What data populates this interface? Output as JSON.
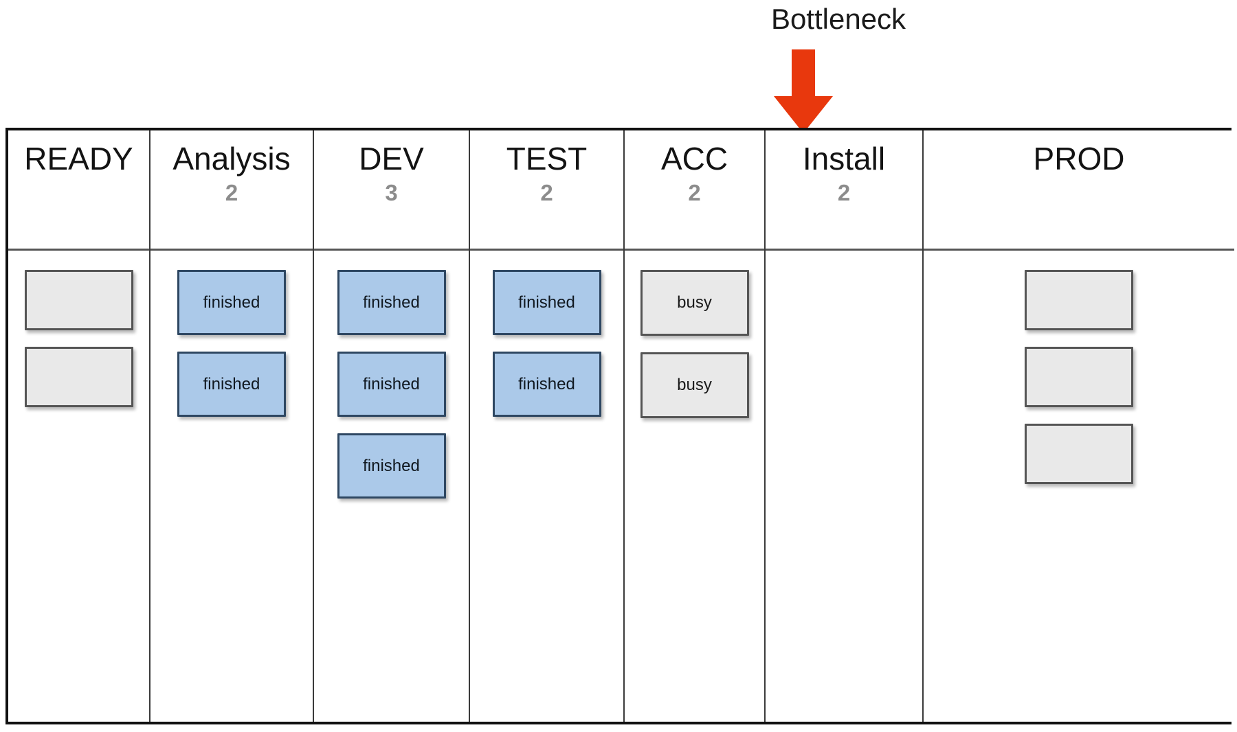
{
  "annotation": {
    "label": "Bottleneck",
    "arrow_icon": "down-arrow-icon",
    "arrow_color": "#e8380d",
    "points_to_column": "ACC"
  },
  "board": {
    "border_color": "#111111",
    "divider_color": "#3a3a3a",
    "card_colors": {
      "finished": "#abc9e9",
      "finished_border": "#2e4762",
      "busy": "#e9e9e9",
      "busy_border": "#555555",
      "empty": "#e9e9e9",
      "empty_border": "#555555"
    },
    "wip_color": "#8c8c8c",
    "columns": [
      {
        "title": "READY",
        "wip": "",
        "cards": [
          {
            "label": "",
            "type": "empty"
          },
          {
            "label": "",
            "type": "empty"
          }
        ]
      },
      {
        "title": "Analysis",
        "wip": "2",
        "cards": [
          {
            "label": "finished",
            "type": "blue"
          },
          {
            "label": "finished",
            "type": "blue"
          }
        ]
      },
      {
        "title": "DEV",
        "wip": "3",
        "cards": [
          {
            "label": "finished",
            "type": "blue"
          },
          {
            "label": "finished",
            "type": "blue"
          },
          {
            "label": "finished",
            "type": "blue"
          }
        ]
      },
      {
        "title": "TEST",
        "wip": "2",
        "cards": [
          {
            "label": "finished",
            "type": "blue"
          },
          {
            "label": "finished",
            "type": "blue"
          }
        ]
      },
      {
        "title": "ACC",
        "wip": "2",
        "cards": [
          {
            "label": "busy",
            "type": "gray"
          },
          {
            "label": "busy",
            "type": "gray"
          }
        ]
      },
      {
        "title": "Install",
        "wip": "2",
        "cards": []
      },
      {
        "title": "PROD",
        "wip": "",
        "cards": [
          {
            "label": "",
            "type": "empty"
          },
          {
            "label": "",
            "type": "empty"
          },
          {
            "label": "",
            "type": "empty"
          }
        ]
      }
    ]
  }
}
